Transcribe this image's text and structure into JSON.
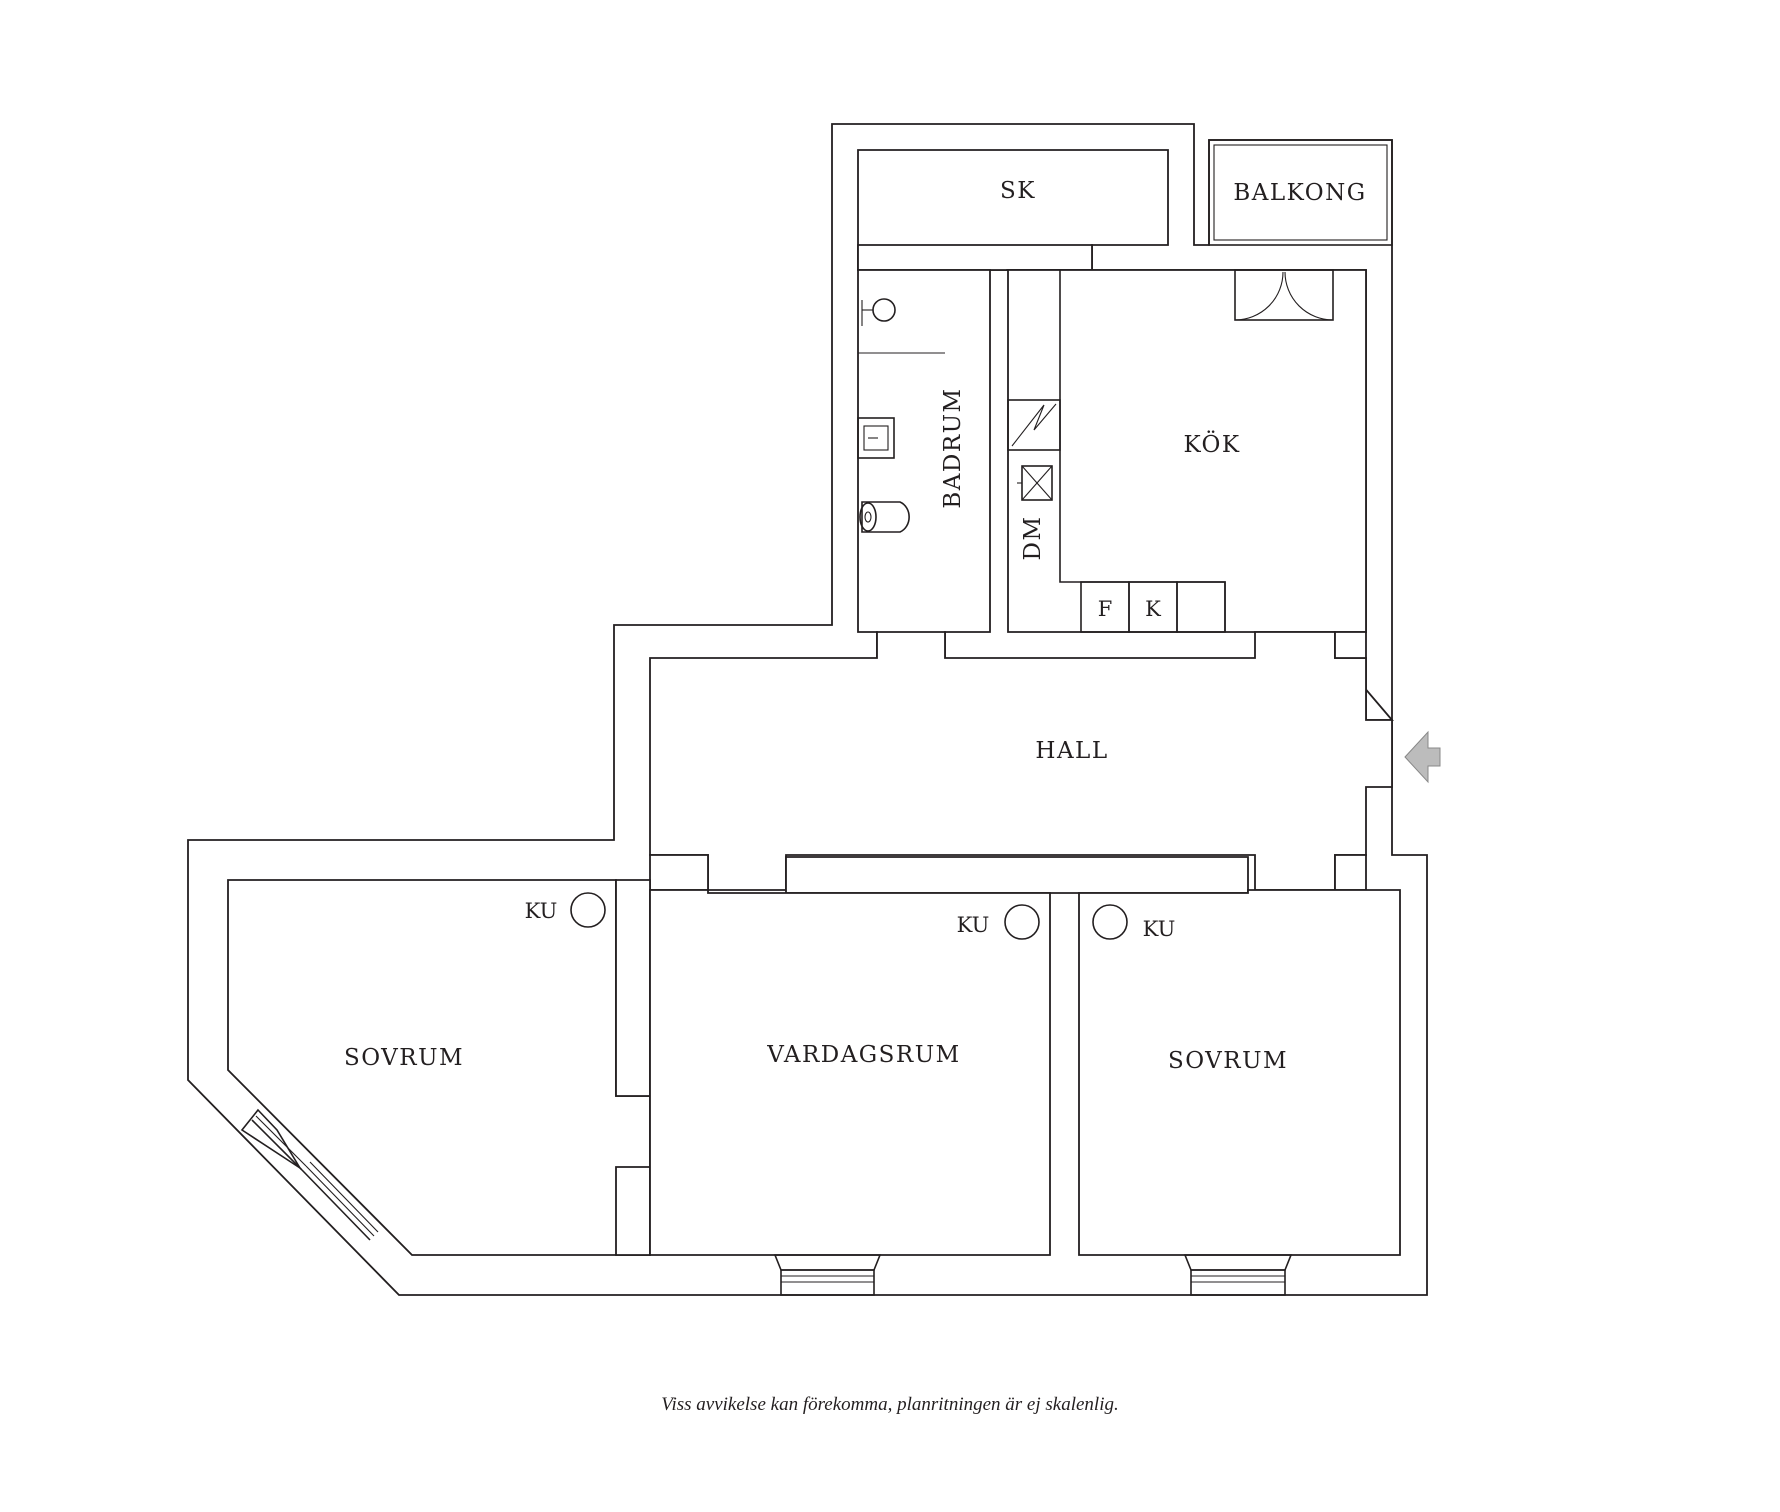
{
  "rooms": {
    "sk": "SK",
    "balkong": "BALKONG",
    "badrum": "BADRUM",
    "kok": "KÖK",
    "dm": "DM",
    "f": "F",
    "k": "K",
    "hall": "HALL",
    "sovrum_left": "SOVRUM",
    "vardagsrum": "VARDAGSRUM",
    "sovrum_right": "SOVRUM"
  },
  "radiators": {
    "left": "KU",
    "middle": "KU",
    "right": "KU"
  },
  "entrance_icon": "entrance-arrow-icon",
  "footnote": "Viss avvikelse kan förekomma, planritningen är ej skalenlig.",
  "colors": {
    "line": "#231f20",
    "arrow": "#bcbcbc",
    "background": "#ffffff"
  }
}
